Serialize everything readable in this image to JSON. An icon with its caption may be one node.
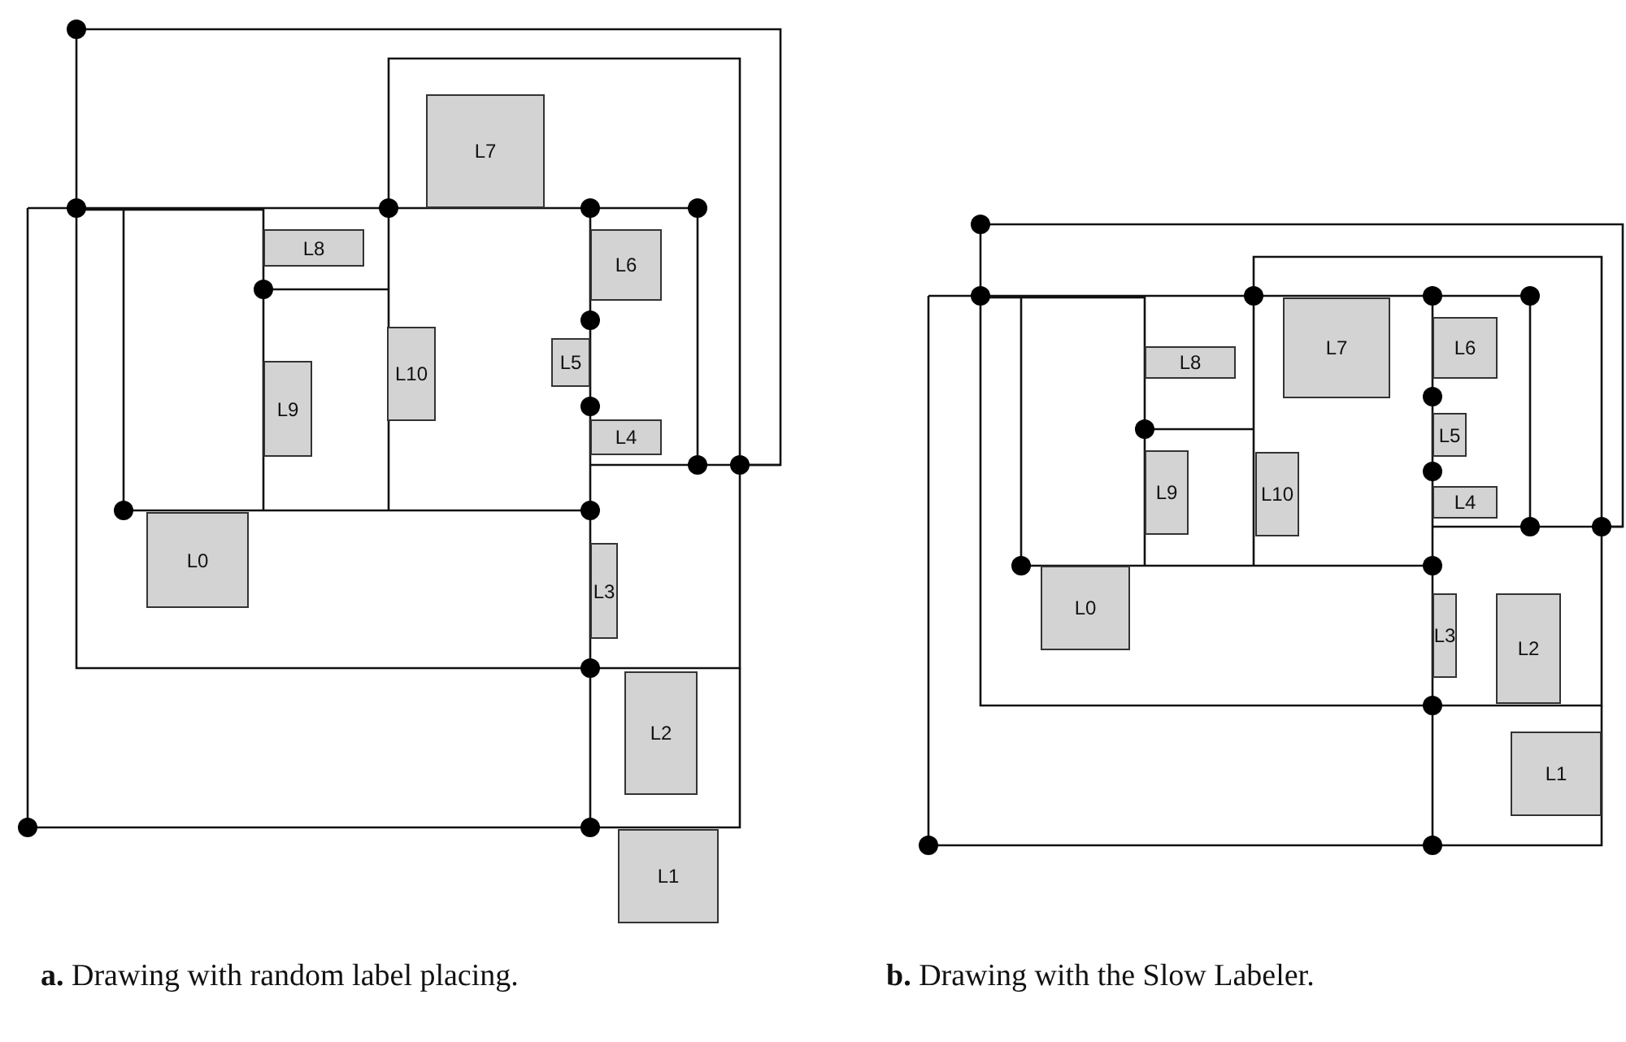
{
  "diagram": {
    "nodes": [
      {
        "text": [
          "L0"
        ]
      },
      {
        "text": [
          "L1"
        ]
      },
      {
        "text": [
          "L2"
        ]
      },
      {
        "text": [
          "L3"
        ]
      },
      {
        "text": [
          "L4"
        ]
      },
      {
        "text": [
          "L5"
        ]
      },
      {
        "text": [
          "L6"
        ]
      },
      {
        "text": [
          "L7"
        ]
      },
      {
        "text": [
          "L8"
        ]
      },
      {
        "text": [
          "L9"
        ]
      },
      {
        "text": [
          "L10"
        ]
      },
      {
        "text": [
          "L0"
        ]
      },
      {
        "text": [
          "L1"
        ]
      },
      {
        "text": [
          "L2"
        ]
      },
      {
        "text": [
          "L3"
        ]
      },
      {
        "text": [
          "L4"
        ]
      },
      {
        "text": [
          "L5"
        ]
      },
      {
        "text": [
          "L6"
        ]
      },
      {
        "text": [
          "L7"
        ]
      },
      {
        "text": [
          "L8"
        ]
      },
      {
        "text": [
          "L9"
        ]
      },
      {
        "text": [
          "L10"
        ]
      }
    ],
    "labels": [
      "**a.** Drawing with random label placing.",
      "**b.** Drawing with the Slow Labeler."
    ]
  }
}
